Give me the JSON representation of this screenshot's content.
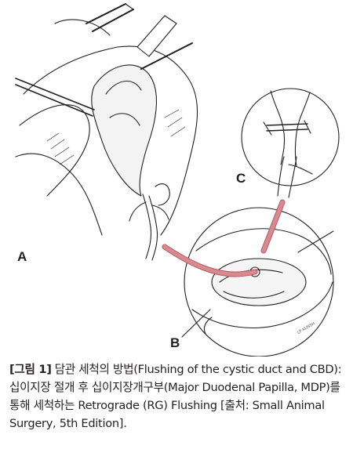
{
  "figure": {
    "label_a": "A",
    "label_b": "B",
    "label_c": "C",
    "artist_signature": "LP KUNSH"
  },
  "caption": {
    "tag": "[그림 1]",
    "text": "담관 세척의 방법(Flushing of the cystic duct and CBD): 십이지장 절개 후 십이지장개구부(Major Duodenal Papilla, MDP)를 통해 세척하는 Retrograde (RG) Flushing [출처: Small Animal Surgery, 5th Edition]."
  },
  "colors": {
    "line": "#231f20",
    "catheter": "#d98a8f",
    "catheter_dark": "#b45a62",
    "tissue_shade": "#e6e6e6"
  }
}
